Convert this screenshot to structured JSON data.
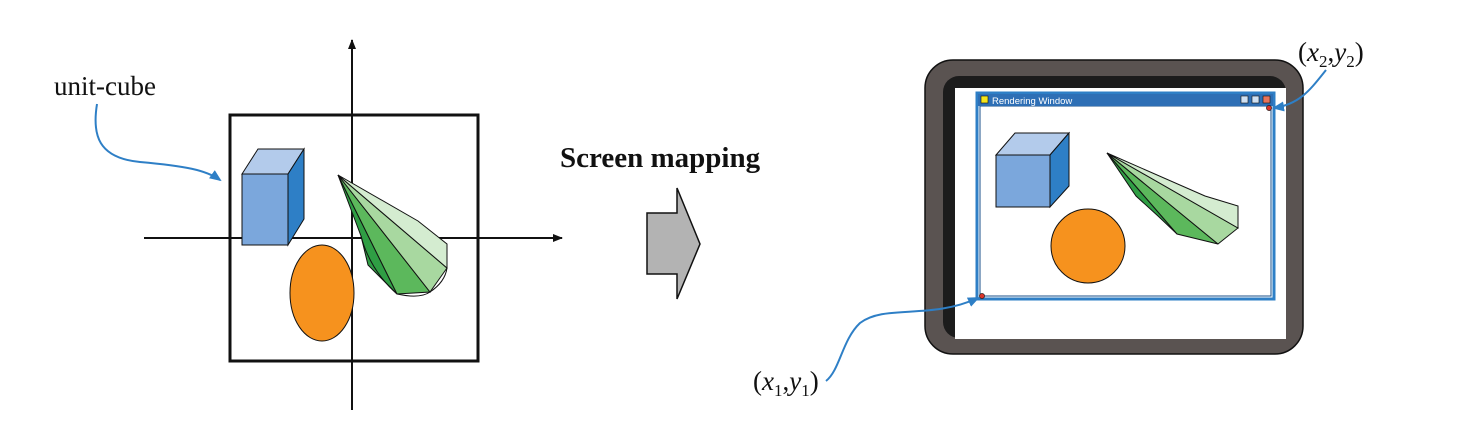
{
  "labels": {
    "unit_cube": "unit-cube",
    "screen_mapping": "Screen mapping",
    "window_title": "Rendering Window",
    "corner_min": {
      "x": "x",
      "x_sub": "1",
      "y": "y",
      "y_sub": "1"
    },
    "corner_max": {
      "x": "x",
      "x_sub": "2",
      "y": "y",
      "y_sub": "2"
    }
  },
  "colors": {
    "cube_front": "#7ba7dc",
    "cube_top": "#b3cbeb",
    "cube_side": "#2e7fc6",
    "ellipse": "#f6921e",
    "cone_dark": "#2f9e44",
    "cone_mid": "#5cb85c",
    "cone_light": "#a8d8a0",
    "cone_lightest": "#d4ecd0",
    "callout": "#2e7fc6",
    "arrow_fill": "#b3b3b3",
    "monitor_bezel": "#5a5351",
    "monitor_inner": "#1c1c1c",
    "window_frame": "#2e7fc6",
    "titlebar": "#2e6fb5"
  }
}
